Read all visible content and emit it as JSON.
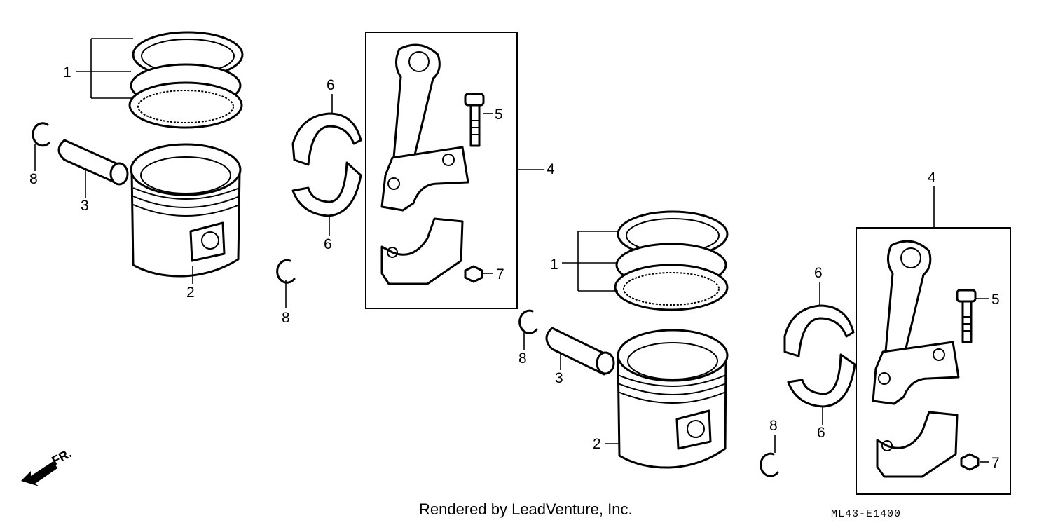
{
  "callouts": {
    "piston_ring_set": "1",
    "piston": "2",
    "piston_pin": "3",
    "connecting_rod_assy": "4",
    "rod_bolt": "5",
    "rod_bearing": "6",
    "rod_nut": "7",
    "pin_clip": "8"
  },
  "direction_marker": "FR.",
  "footer": {
    "credit": "Rendered by LeadVenture, Inc.",
    "diagram_code": "ML43-E1400"
  }
}
